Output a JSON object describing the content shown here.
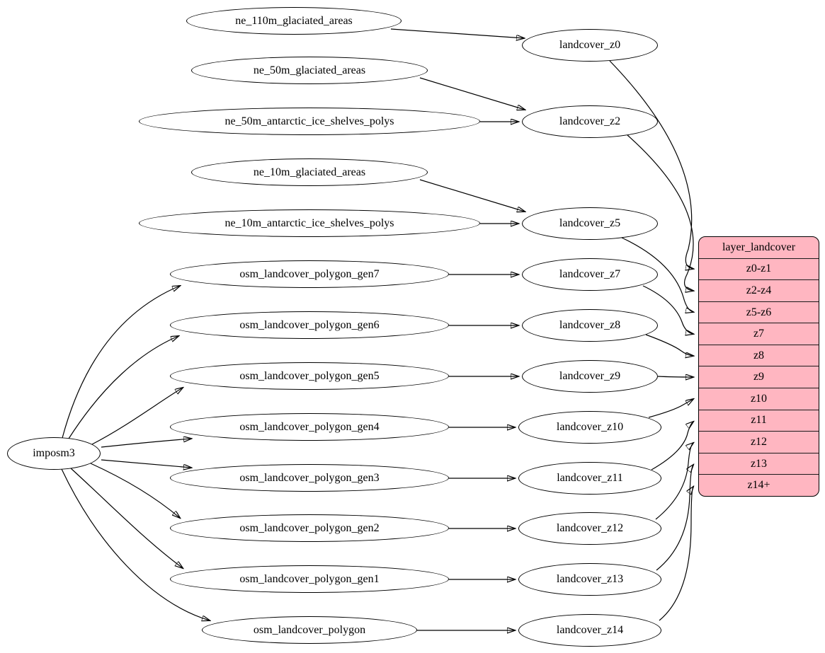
{
  "graph": {
    "imposm3": {
      "label": "imposm3"
    },
    "sources": [
      {
        "id": "ne_110m_glaciated_areas",
        "label": "ne_110m_glaciated_areas"
      },
      {
        "id": "ne_50m_glaciated_areas",
        "label": "ne_50m_glaciated_areas"
      },
      {
        "id": "ne_50m_antarctic_ice_shelves_polys",
        "label": "ne_50m_antarctic_ice_shelves_polys"
      },
      {
        "id": "ne_10m_glaciated_areas",
        "label": "ne_10m_glaciated_areas"
      },
      {
        "id": "ne_10m_antarctic_ice_shelves_polys",
        "label": "ne_10m_antarctic_ice_shelves_polys"
      },
      {
        "id": "osm_landcover_polygon_gen7",
        "label": "osm_landcover_polygon_gen7"
      },
      {
        "id": "osm_landcover_polygon_gen6",
        "label": "osm_landcover_polygon_gen6"
      },
      {
        "id": "osm_landcover_polygon_gen5",
        "label": "osm_landcover_polygon_gen5"
      },
      {
        "id": "osm_landcover_polygon_gen4",
        "label": "osm_landcover_polygon_gen4"
      },
      {
        "id": "osm_landcover_polygon_gen3",
        "label": "osm_landcover_polygon_gen3"
      },
      {
        "id": "osm_landcover_polygon_gen2",
        "label": "osm_landcover_polygon_gen2"
      },
      {
        "id": "osm_landcover_polygon_gen1",
        "label": "osm_landcover_polygon_gen1"
      },
      {
        "id": "osm_landcover_polygon",
        "label": "osm_landcover_polygon"
      }
    ],
    "landcover": [
      {
        "id": "landcover_z0",
        "label": "landcover_z0"
      },
      {
        "id": "landcover_z2",
        "label": "landcover_z2"
      },
      {
        "id": "landcover_z5",
        "label": "landcover_z5"
      },
      {
        "id": "landcover_z7",
        "label": "landcover_z7"
      },
      {
        "id": "landcover_z8",
        "label": "landcover_z8"
      },
      {
        "id": "landcover_z9",
        "label": "landcover_z9"
      },
      {
        "id": "landcover_z10",
        "label": "landcover_z10"
      },
      {
        "id": "landcover_z11",
        "label": "landcover_z11"
      },
      {
        "id": "landcover_z12",
        "label": "landcover_z12"
      },
      {
        "id": "landcover_z13",
        "label": "landcover_z13"
      },
      {
        "id": "landcover_z14",
        "label": "landcover_z14"
      }
    ],
    "record": {
      "title": "layer_landcover",
      "rows": [
        "z0-z1",
        "z2-z4",
        "z5-z6",
        "z7",
        "z8",
        "z9",
        "z10",
        "z11",
        "z12",
        "z13",
        "z14+"
      ]
    },
    "edges": [
      {
        "from": "imposm3",
        "to": "osm_landcover_polygon_gen7"
      },
      {
        "from": "imposm3",
        "to": "osm_landcover_polygon_gen6"
      },
      {
        "from": "imposm3",
        "to": "osm_landcover_polygon_gen5"
      },
      {
        "from": "imposm3",
        "to": "osm_landcover_polygon_gen4"
      },
      {
        "from": "imposm3",
        "to": "osm_landcover_polygon_gen3"
      },
      {
        "from": "imposm3",
        "to": "osm_landcover_polygon_gen2"
      },
      {
        "from": "imposm3",
        "to": "osm_landcover_polygon_gen1"
      },
      {
        "from": "imposm3",
        "to": "osm_landcover_polygon"
      },
      {
        "from": "ne_110m_glaciated_areas",
        "to": "landcover_z0"
      },
      {
        "from": "ne_50m_glaciated_areas",
        "to": "landcover_z2"
      },
      {
        "from": "ne_50m_antarctic_ice_shelves_polys",
        "to": "landcover_z2"
      },
      {
        "from": "ne_10m_glaciated_areas",
        "to": "landcover_z5"
      },
      {
        "from": "ne_10m_antarctic_ice_shelves_polys",
        "to": "landcover_z5"
      },
      {
        "from": "osm_landcover_polygon_gen7",
        "to": "landcover_z7"
      },
      {
        "from": "osm_landcover_polygon_gen6",
        "to": "landcover_z8"
      },
      {
        "from": "osm_landcover_polygon_gen5",
        "to": "landcover_z9"
      },
      {
        "from": "osm_landcover_polygon_gen4",
        "to": "landcover_z10"
      },
      {
        "from": "osm_landcover_polygon_gen3",
        "to": "landcover_z11"
      },
      {
        "from": "osm_landcover_polygon_gen2",
        "to": "landcover_z12"
      },
      {
        "from": "osm_landcover_polygon_gen1",
        "to": "landcover_z13"
      },
      {
        "from": "osm_landcover_polygon",
        "to": "landcover_z14"
      },
      {
        "from": "landcover_z0",
        "to": "z0-z1"
      },
      {
        "from": "landcover_z2",
        "to": "z2-z4"
      },
      {
        "from": "landcover_z5",
        "to": "z5-z6"
      },
      {
        "from": "landcover_z7",
        "to": "z7"
      },
      {
        "from": "landcover_z8",
        "to": "z8"
      },
      {
        "from": "landcover_z9",
        "to": "z9"
      },
      {
        "from": "landcover_z10",
        "to": "z10"
      },
      {
        "from": "landcover_z11",
        "to": "z11"
      },
      {
        "from": "landcover_z12",
        "to": "z12"
      },
      {
        "from": "landcover_z13",
        "to": "z13"
      },
      {
        "from": "landcover_z14",
        "to": "z14+"
      }
    ],
    "colors": {
      "record_fill": "#ffb6c1",
      "node_fill": "#ffffff",
      "edge_stroke": "#000000"
    }
  }
}
